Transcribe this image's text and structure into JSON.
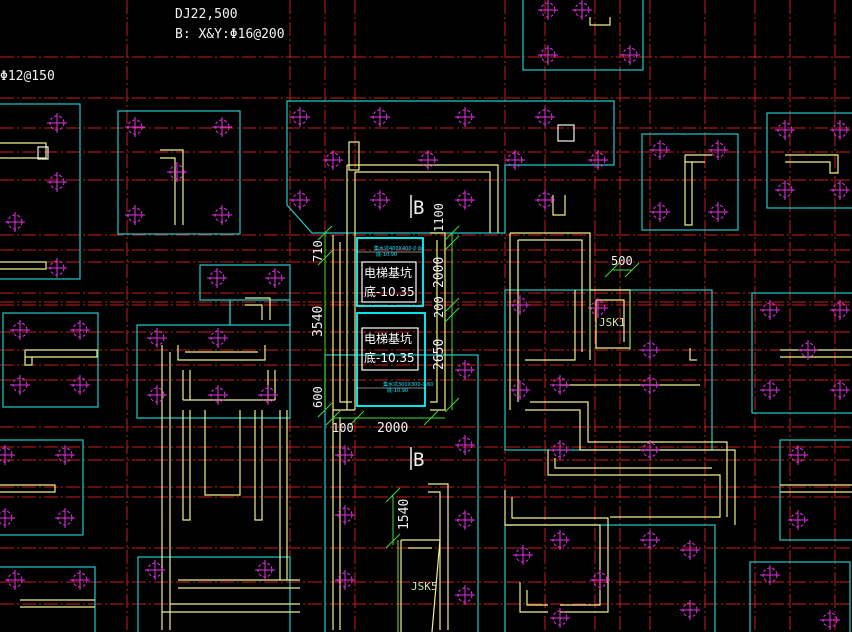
{
  "labels": {
    "header_title": "DJ22,500",
    "header_rebar": "B: X&Y:Φ16@200",
    "left_rebar": "Φ12@150",
    "section_mark_top": "B",
    "section_mark_bottom": "B",
    "dim_3540": "3540",
    "dim_710": "710",
    "dim_1100": "1100",
    "dim_2000_v": "2000",
    "dim_200": "200",
    "dim_2650": "2650",
    "dim_600": "600",
    "dim_100": "100",
    "dim_2000_h": "2000",
    "dim_500": "500",
    "dim_1540": "1540",
    "pit1_name": "电梯基坑",
    "pit1_depth": "底-10.35",
    "pit2_name": "电梯基坑",
    "pit2_depth": "底-10.35",
    "pit1_note_a": "集水坑400X400-0.60",
    "pit1_note_b": "底-10.90",
    "pit2_note_a": "集水坑300X300-0.60",
    "pit2_note_b": "底-10.90",
    "jsk1": "JSK1",
    "jsk5": "JSK5"
  },
  "colors": {
    "background": "#000000",
    "axis_red": "#c81e1e",
    "foundation_cyan": "#1ec8c8",
    "wall_yellow": "#f0f08c",
    "pile_magenta": "#e632e6",
    "dimension_green": "#3cdc3c",
    "text_white": "#f2f2f2"
  }
}
